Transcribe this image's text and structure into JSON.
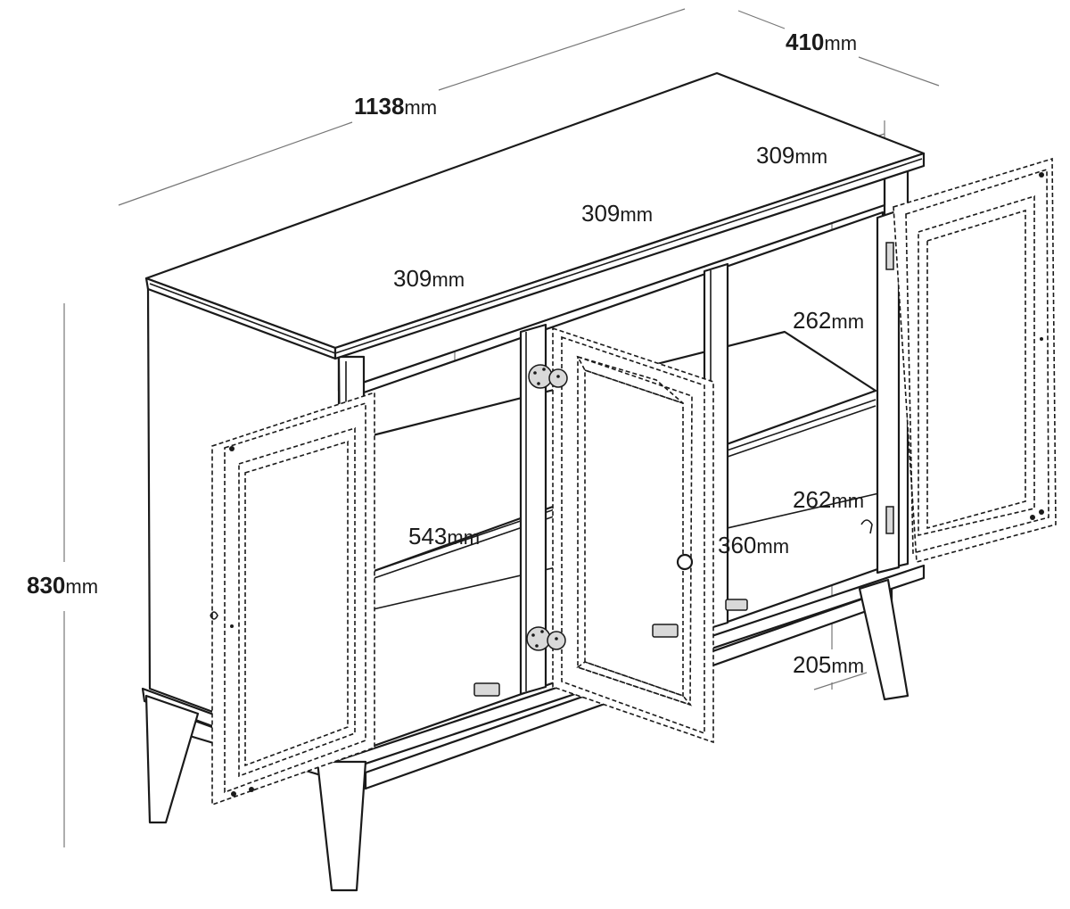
{
  "dimensions": {
    "width": {
      "value": "1138",
      "unit": "mm"
    },
    "depth": {
      "value": "410",
      "unit": "mm"
    },
    "height": {
      "value": "830",
      "unit": "mm"
    },
    "compartment_width_1": {
      "value": "309",
      "unit": "mm"
    },
    "compartment_width_2": {
      "value": "309",
      "unit": "mm"
    },
    "compartment_width_3": {
      "value": "309",
      "unit": "mm"
    },
    "upper_shelf_height": {
      "value": "262",
      "unit": "mm"
    },
    "lower_shelf_height": {
      "value": "262",
      "unit": "mm"
    },
    "inner_height": {
      "value": "543",
      "unit": "mm"
    },
    "inner_depth": {
      "value": "360",
      "unit": "mm"
    },
    "leg_height": {
      "value": "205",
      "unit": "mm"
    }
  }
}
